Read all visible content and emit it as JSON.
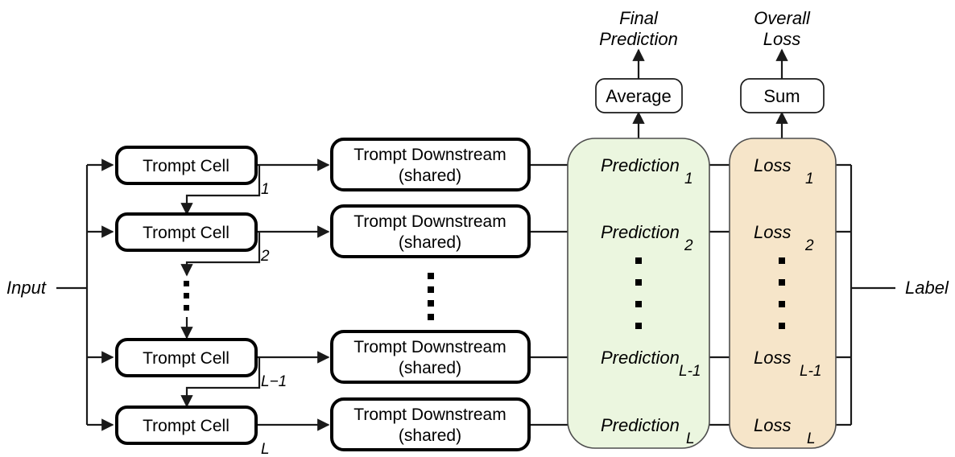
{
  "figure": {
    "title_visible": false,
    "colors": {
      "prediction_panel": "#ebf6df",
      "loss_panel": "#f6e5c9",
      "panel_stroke": "#4d4d4d",
      "line": "#1a1a1a",
      "text": "#000000",
      "background": "#ffffff"
    }
  },
  "io": {
    "input_label": "Input",
    "label_label": "Label"
  },
  "headers": {
    "final_prediction_line1": "Final",
    "final_prediction_line2": "Prediction",
    "overall_loss_line1": "Overall",
    "overall_loss_line2": "Loss"
  },
  "aggregators": [
    {
      "name": "average-box",
      "label": "Average"
    },
    {
      "name": "sum-box",
      "label": "Sum"
    }
  ],
  "cells": {
    "title": "Trompt Cell",
    "subscripts": [
      "1",
      "2",
      "L−1",
      "L"
    ]
  },
  "downstream": {
    "line1": "Trompt Downstream",
    "line2": "(shared)"
  },
  "predictions": {
    "base": "Prediction",
    "subscripts": [
      "1",
      "2",
      "L-1",
      "L"
    ]
  },
  "losses": {
    "base": "Loss",
    "subscripts": [
      "1",
      "2",
      "L-1",
      "L"
    ]
  },
  "ellipsis": {
    "glyph": "▪",
    "count": 4,
    "columns": [
      "cells-column",
      "downstream-column",
      "prediction-column",
      "loss-column"
    ]
  },
  "rows": {
    "count": 4,
    "y_centers": [
      205,
      288,
      444,
      528
    ]
  }
}
